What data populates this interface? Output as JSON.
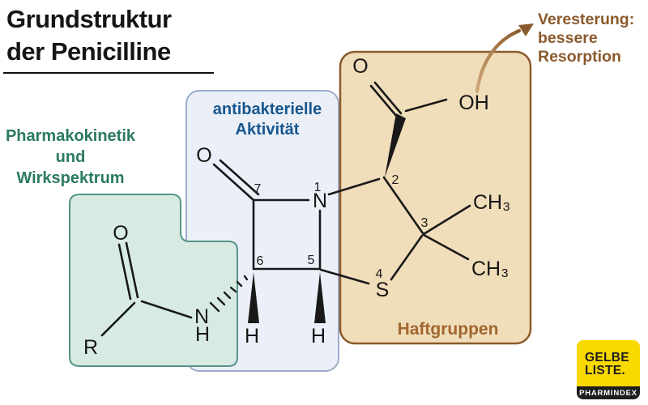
{
  "title": {
    "line1": "Grundstruktur",
    "line2": "der Penicilline"
  },
  "annotations": {
    "esterification": {
      "l1": "Veresterung:",
      "l2": "bessere",
      "l3": "Resorption"
    },
    "pharmacokinetics": {
      "l1": "Pharmakokinetik",
      "l2": "und",
      "l3": "Wirkspektrum"
    },
    "antibacterial": {
      "l1": "antibakterielle",
      "l2": "Aktivität"
    },
    "attachment_groups": {
      "label": "Haftgruppen"
    }
  },
  "molecule": {
    "atoms": {
      "lactam_oxygen": "O",
      "amide_oxygen": "O",
      "carboxyl_oxygen": "O",
      "hydroxyl_group": "OH",
      "ring_nitrogen": "N",
      "amide_nitrogen": "N",
      "amide_hydrogen": "H",
      "sulfur": "S",
      "hydrogen_c6": "H",
      "hydrogen_c5": "H",
      "r_group": "R",
      "methyl_upper": "CH₃",
      "methyl_lower": "CH₃"
    },
    "numbering": {
      "n1": "1",
      "c2": "2",
      "c3": "3",
      "s4": "4",
      "c5": "5",
      "c6": "6",
      "c7": "7"
    }
  },
  "colors": {
    "green_region_fill": "#d8ebe3",
    "green_region_border": "#55948a",
    "blue_region_fill": "#ebf0f8",
    "blue_region_border": "#9dabcb",
    "tan_region_fill": "#f0ddb9",
    "tan_region_border": "#8b5a2b",
    "green_text": "#2b7a63",
    "blue_text": "#17568e",
    "brown_text": "#8a5a2c",
    "haftgruppen_text": "#a1662f",
    "bond": "#191919",
    "logo_yellow": "#f8d900"
  },
  "logo": {
    "line1": "GELBE",
    "line2": "LISTE.",
    "tagline": "PHARMINDEX"
  }
}
